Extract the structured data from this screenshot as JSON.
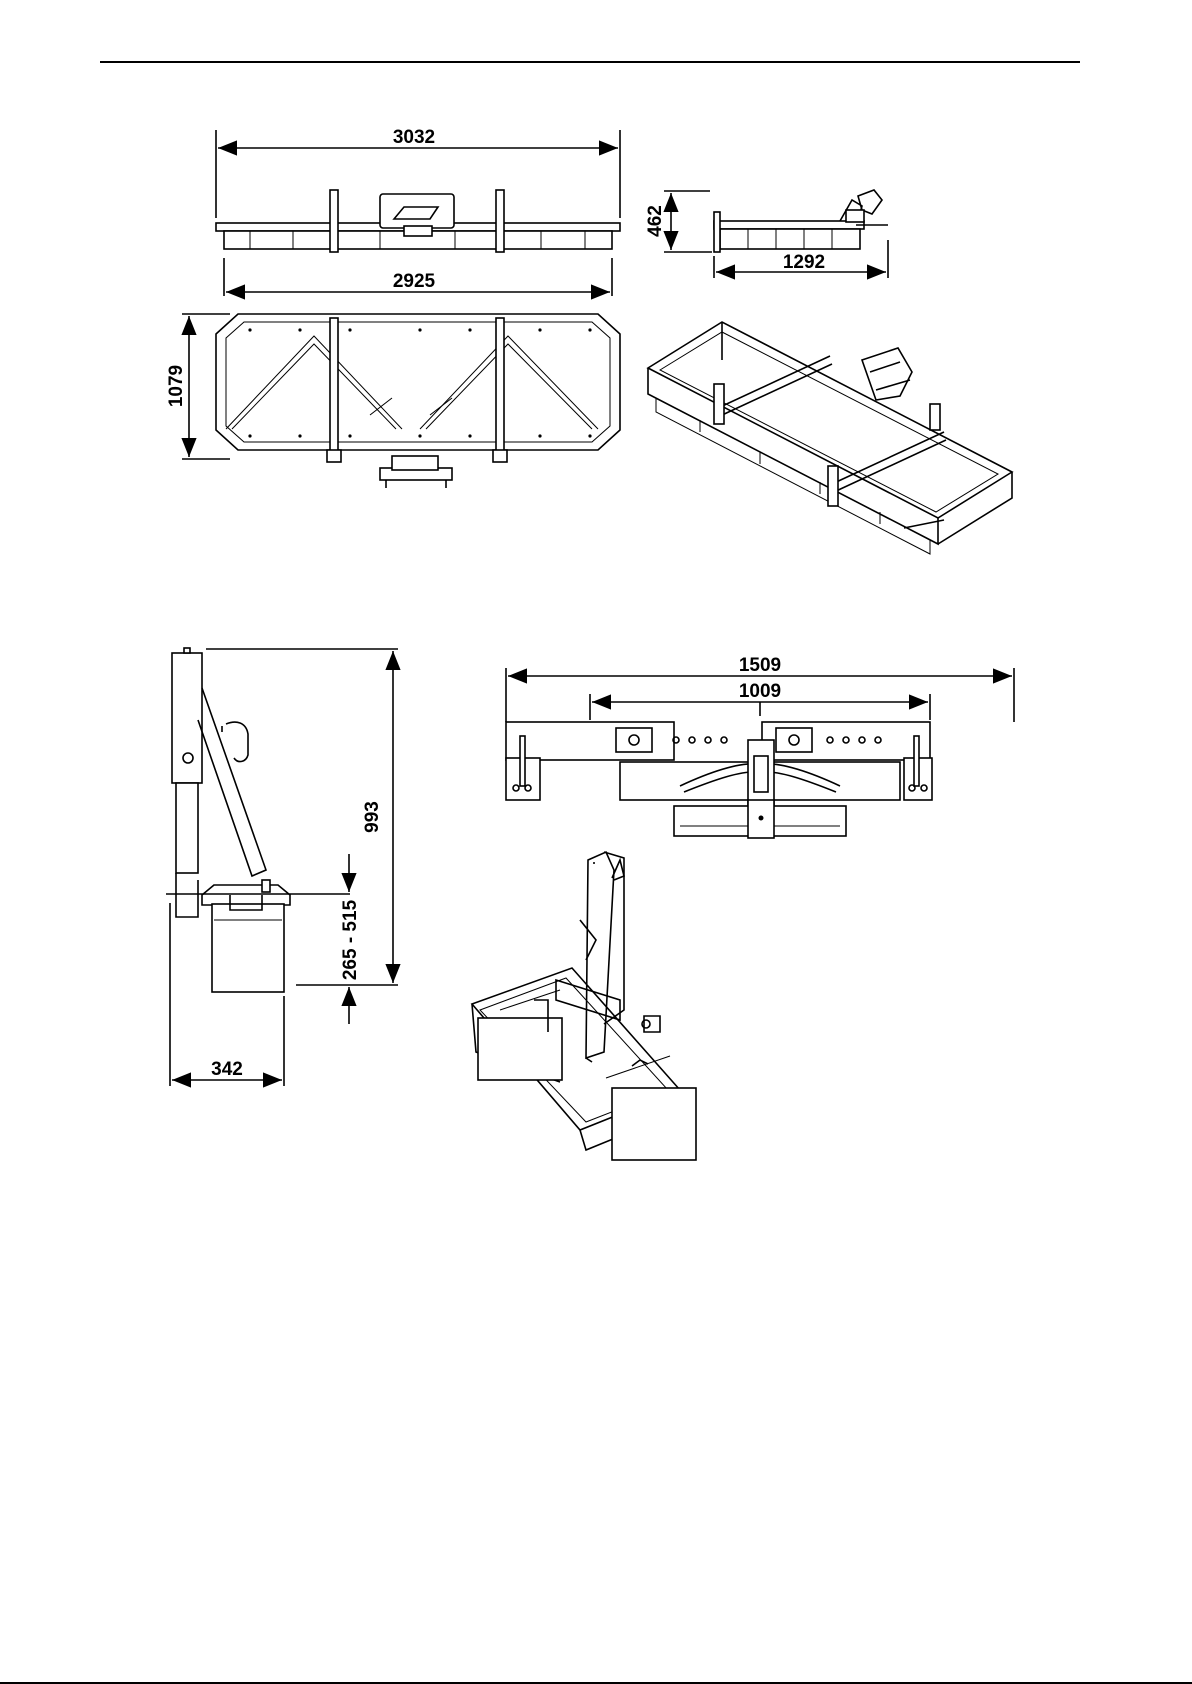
{
  "dimensions": {
    "top_overall_width": "3032",
    "top_inner_width": "2925",
    "side_height": "462",
    "side_depth": "1292",
    "plan_depth": "1079",
    "mount_height": "993",
    "mount_adjust_range": "265 - 515",
    "mount_depth": "342",
    "front_outer_width": "1509",
    "front_inner_width": "1009"
  }
}
